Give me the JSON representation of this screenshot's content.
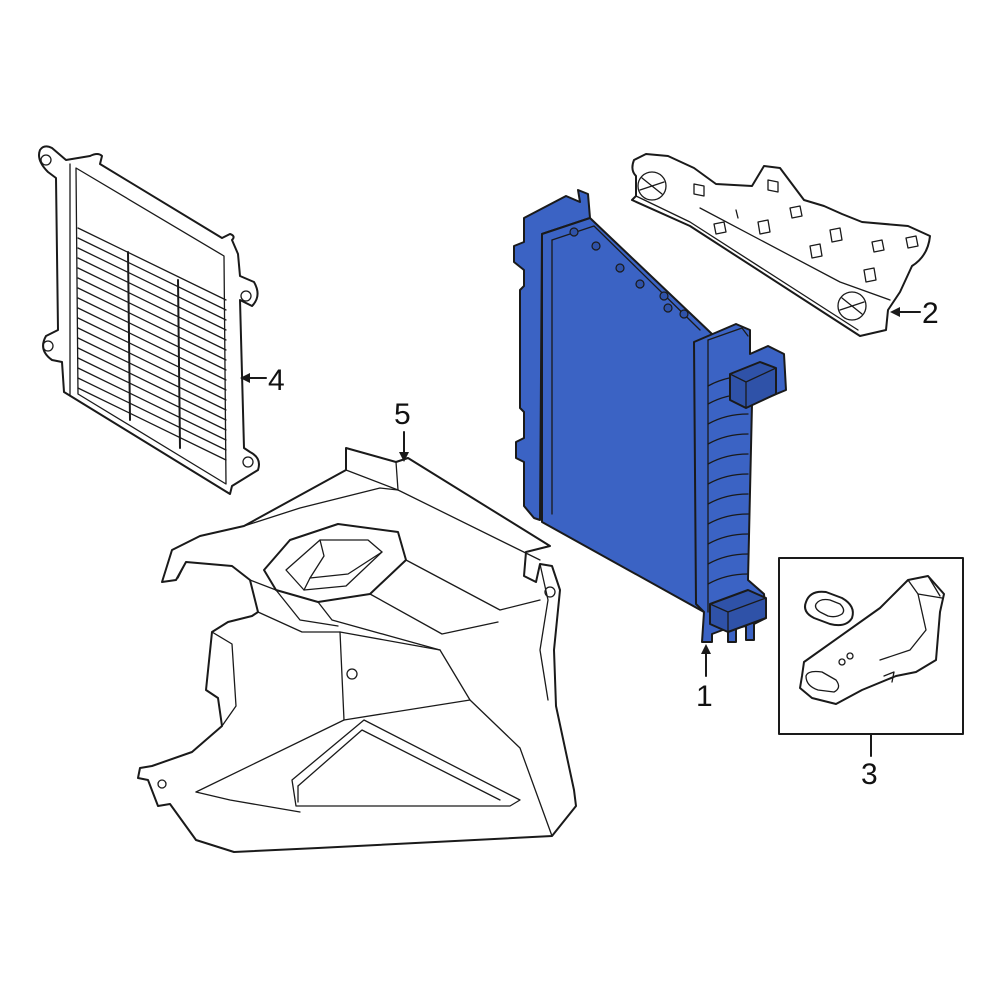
{
  "colors": {
    "highlight": "#3b63c4",
    "highlight_dark": "#2f52a8",
    "line": "#1a1a1a",
    "background": "#ffffff"
  },
  "callouts": {
    "part_1": "1",
    "part_2": "2",
    "part_3": "3",
    "part_4": "4",
    "part_5": "5"
  }
}
